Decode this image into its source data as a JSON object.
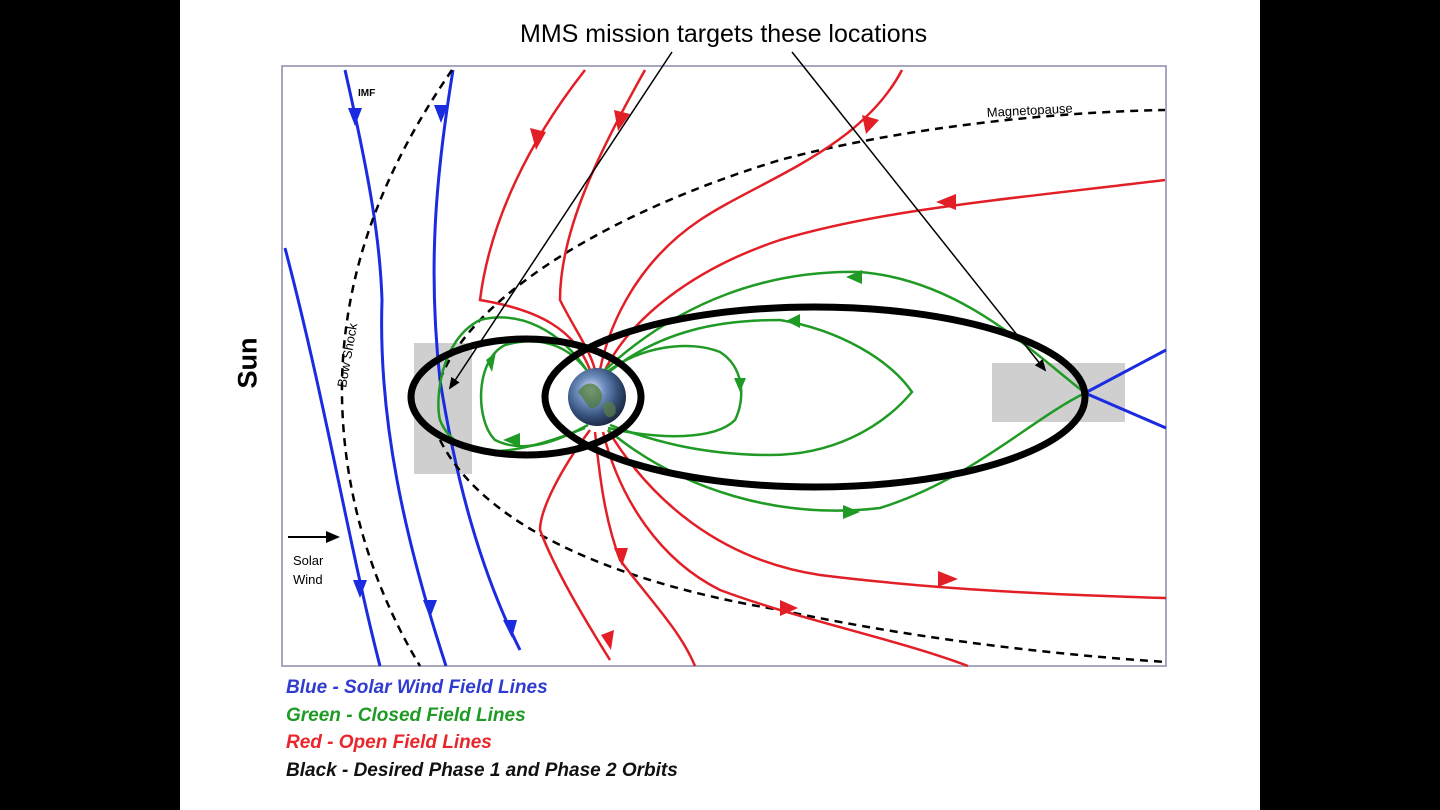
{
  "headline": "MMS mission targets these locations",
  "side_label": "Sun",
  "labels": {
    "imf": "IMF",
    "bow_shock": "Bow Shock",
    "magnetopause": "Magnetopause",
    "solar_wind_line1": "Solar",
    "solar_wind_line2": "Wind"
  },
  "legend": [
    {
      "key": "Blue",
      "text": "Blue - Solar Wind Field Lines",
      "color": "#2f3ccf"
    },
    {
      "key": "Green",
      "text": "Green - Closed Field Lines",
      "color": "#1f9a24"
    },
    {
      "key": "Red",
      "text": "Red - Open Field Lines",
      "color": "#e8262b"
    },
    {
      "key": "Black",
      "text": "Black - Desired Phase 1 and Phase 2 Orbits",
      "color": "#111111"
    }
  ],
  "colors": {
    "solar_wind": "#1a2be0",
    "closed": "#1f9a24",
    "open": "#e21f26",
    "orbit": "#000000",
    "target_region": "#cfcfcf",
    "frame": "#8a8aa8"
  },
  "icons": {
    "earth": "earth-globe-icon",
    "solar_wind_arrow": "arrow-right-icon"
  }
}
